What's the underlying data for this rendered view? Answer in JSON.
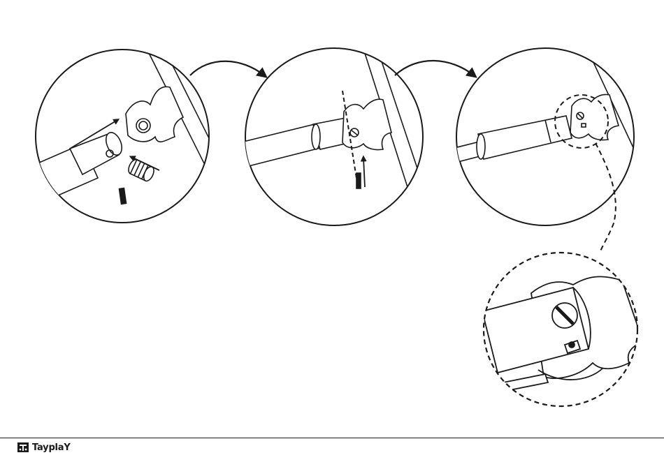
{
  "brand": {
    "name": "TayplaY",
    "logo_icon": "tayplay-logo-icon",
    "text_color": "#1a1a1a"
  },
  "steps": [
    {
      "name": "step-1-insert-bolt-and-pin"
    },
    {
      "name": "step-2-align-and-insert-pin"
    },
    {
      "name": "step-3-assembled-joint"
    }
  ],
  "detail": {
    "name": "detail-zoom-circle",
    "style": "dashed"
  },
  "colors": {
    "line": "#1a1a1a",
    "background": "#ffffff"
  }
}
